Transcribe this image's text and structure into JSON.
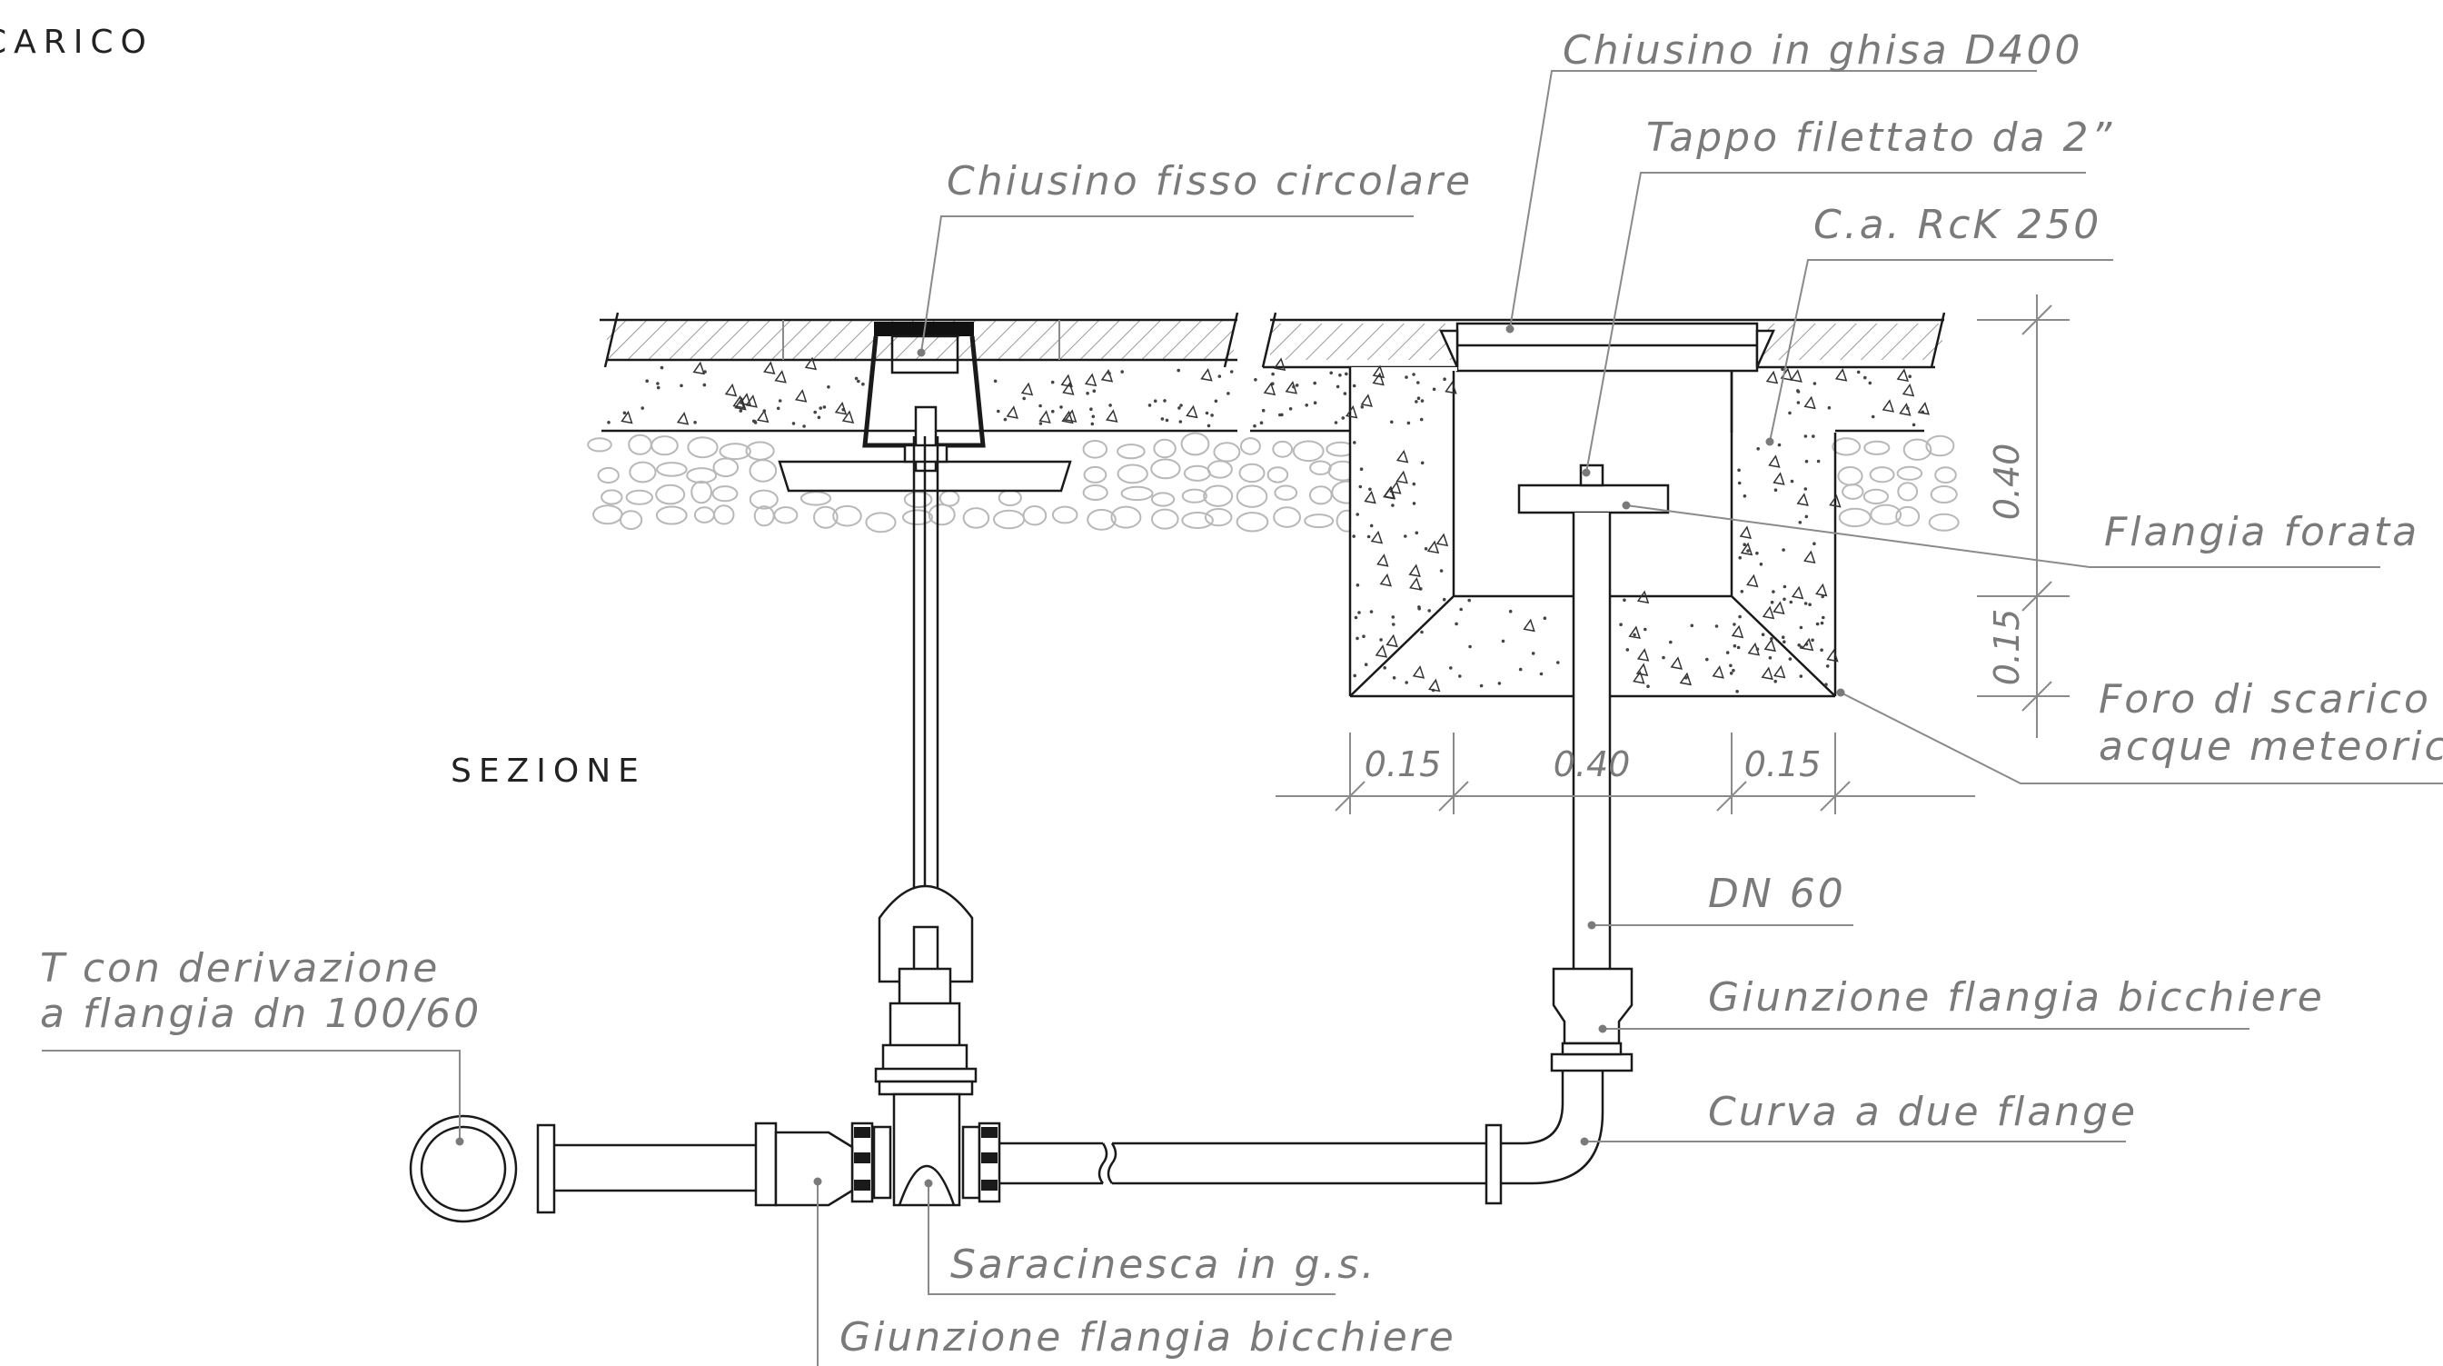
{
  "labels": {
    "top_left": "CARICO",
    "section": "SEZIONE",
    "chiusino_ghisa": "Chiusino in ghisa D400",
    "tappo": "Tappo filettato da 2”",
    "calcestruzzo": "C.a. RcK 250",
    "chiusino_fisso": "Chiusino fisso circolare",
    "flangia_forata": "Flangia forata",
    "foro_line1": "Foro di scarico",
    "foro_line2": "acque meteoriche",
    "dn": "DN 60",
    "giunzione_right": "Giunzione flangia bicchiere",
    "curva": "Curva a due flange",
    "t_line1": "T con derivazione",
    "t_line2": "a flangia dn 100/60",
    "saracinesca": "Saracinesca in g.s.",
    "giunzione_bottom": "Giunzione flangia bicchiere"
  },
  "dimensions": {
    "vertical_top": "0.40",
    "vertical_bottom": "0.15",
    "horizontal_left": "0.15",
    "horizontal_mid": "0.40",
    "horizontal_right": "0.15"
  }
}
